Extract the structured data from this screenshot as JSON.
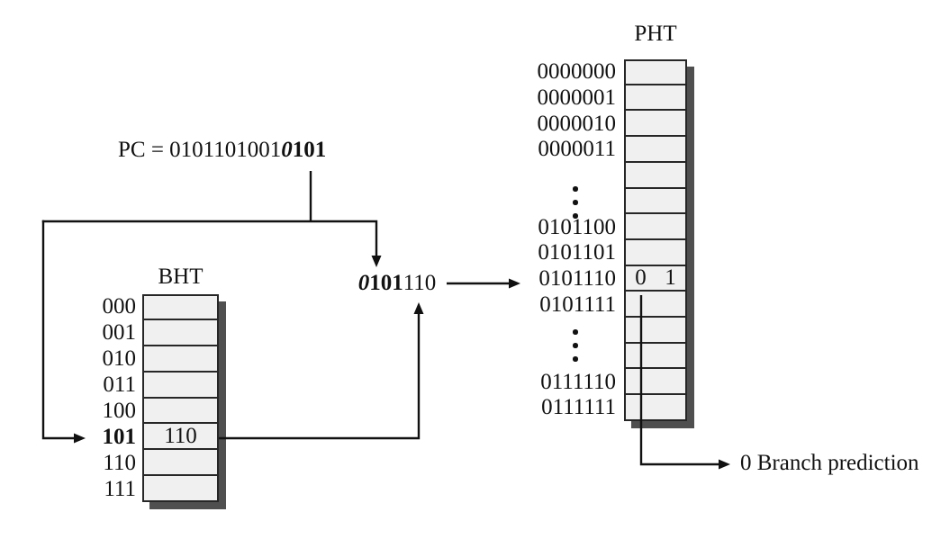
{
  "pc": {
    "prefix": "PC = 0101101001",
    "bold_italic": "0",
    "bold": "101"
  },
  "index": {
    "bold_italic": "0",
    "bold": "101",
    "normal": "110"
  },
  "bht": {
    "title": "BHT",
    "highlighted_row": "101",
    "rows": [
      {
        "label": "000",
        "value": ""
      },
      {
        "label": "001",
        "value": ""
      },
      {
        "label": "010",
        "value": ""
      },
      {
        "label": "011",
        "value": ""
      },
      {
        "label": "100",
        "value": ""
      },
      {
        "label": "101",
        "value": "110"
      },
      {
        "label": "110",
        "value": ""
      },
      {
        "label": "111",
        "value": ""
      }
    ]
  },
  "pht": {
    "title": "PHT",
    "highlighted_row": "0101110",
    "rows": [
      {
        "label": "0000000",
        "value": ""
      },
      {
        "label": "0000001",
        "value": ""
      },
      {
        "label": "0000010",
        "value": ""
      },
      {
        "label": "0000011",
        "value": ""
      },
      {
        "label": "",
        "value": ""
      },
      {
        "label": "",
        "value": ""
      },
      {
        "label": "0101100",
        "value": ""
      },
      {
        "label": "0101101",
        "value": ""
      },
      {
        "label": "0101110",
        "value": "",
        "value0": "0",
        "value1": "1"
      },
      {
        "label": "0101111",
        "value": ""
      },
      {
        "label": "",
        "value": ""
      },
      {
        "label": "",
        "value": ""
      },
      {
        "label": "0111110",
        "value": ""
      },
      {
        "label": "0111111",
        "value": ""
      }
    ]
  },
  "prediction_label": "0 Branch prediction",
  "colors": {
    "cell_fill": "#f0f0f0",
    "table_border": "#262626",
    "shadow": "#4f4f4f",
    "line": "#111111"
  }
}
